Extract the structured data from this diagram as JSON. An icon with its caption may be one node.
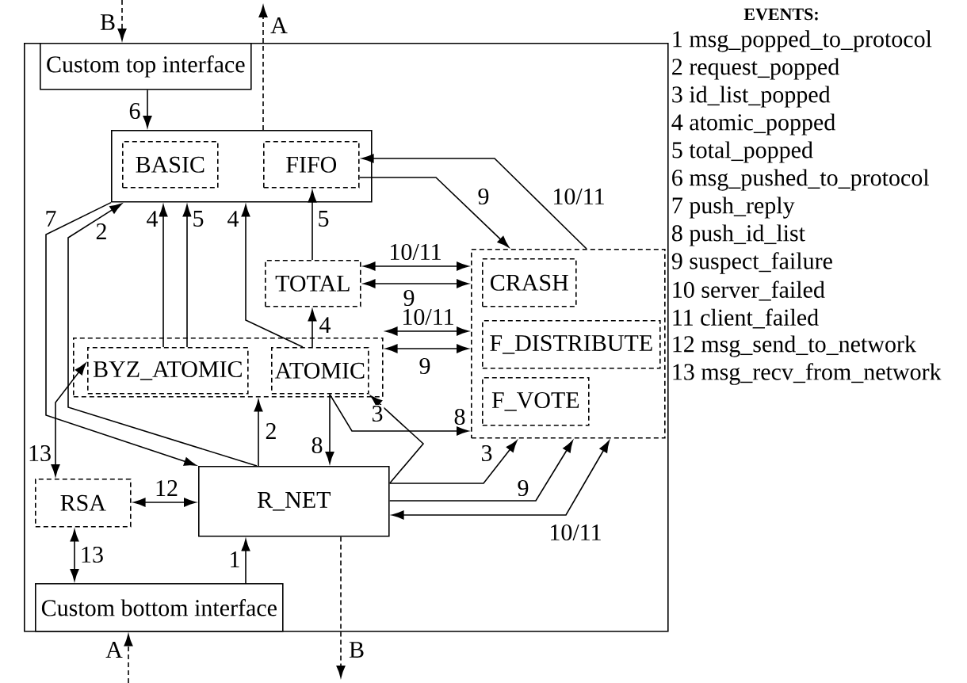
{
  "diagram": {
    "nodes": [
      {
        "text": [],
        "shape": "box"
      },
      {
        "text": [
          "Custom top interface"
        ],
        "in": 0
      },
      {
        "text": [],
        "shape": "box",
        "in": 0
      },
      {
        "text": [
          "BASIC"
        ],
        "in": 2
      },
      {
        "text": [
          "FIFO"
        ],
        "in": 2
      },
      {
        "text": [
          "TOTAL"
        ],
        "in": 0
      },
      {
        "text": [],
        "shape": "box",
        "in": 0
      },
      {
        "text": [
          "CRASH"
        ],
        "in": 6
      },
      {
        "text": [
          "F_DISTRIBUTE"
        ],
        "in": 6
      },
      {
        "text": [
          "F_VOTE"
        ],
        "in": 6
      },
      {
        "text": [],
        "shape": "box",
        "in": 0
      },
      {
        "text": [
          "BYZ_ATOMIC"
        ],
        "in": 10
      },
      {
        "text": [
          "ATOMIC"
        ],
        "in": 10
      },
      {
        "text": [
          "RSA"
        ],
        "in": 0
      },
      {
        "text": [
          "R_NET"
        ],
        "in": 0
      },
      {
        "text": [
          "Custom bottom interface"
        ],
        "in": 0
      }
    ],
    "edges": [
      {
        "from": null,
        "to": 1,
        "arrow": "to",
        "style": "dashed",
        "label": "B"
      },
      {
        "from": 2,
        "to": null,
        "arrow": "to",
        "style": "dashed",
        "label": "A"
      },
      {
        "from": 1,
        "to": 2,
        "arrow": "to",
        "label": "6"
      },
      {
        "from": 2,
        "to": 14,
        "arrow": "to",
        "label": "7"
      },
      {
        "from": 14,
        "to": 2,
        "arrow": "to",
        "label": "2"
      },
      {
        "from": 11,
        "to": 2,
        "arrow": "to",
        "label": "4"
      },
      {
        "from": 11,
        "to": 2,
        "arrow": "to",
        "label": "5"
      },
      {
        "from": 12,
        "to": 2,
        "arrow": "to",
        "label": "4"
      },
      {
        "from": 12,
        "to": 5,
        "arrow": "to",
        "label": "4"
      },
      {
        "from": 5,
        "to": 4,
        "arrow": "to",
        "label": "5"
      },
      {
        "from": 6,
        "to": 5,
        "arrow": "both",
        "label": "10/11"
      },
      {
        "from": 5,
        "to": 6,
        "arrow": "both",
        "label": "9"
      },
      {
        "from": 6,
        "to": 10,
        "arrow": "both",
        "label": "10/11"
      },
      {
        "from": 10,
        "to": 6,
        "arrow": "both",
        "label": "9"
      },
      {
        "from": 4,
        "to": 6,
        "arrow": "to",
        "label": "9"
      },
      {
        "from": 6,
        "to": 4,
        "arrow": "to",
        "label": "10/11"
      },
      {
        "from": 14,
        "to": 12,
        "arrow": "to",
        "label": "3"
      },
      {
        "from": 12,
        "to": 14,
        "arrow": "to",
        "label": "8"
      },
      {
        "from": 12,
        "to": 6,
        "arrow": "to",
        "label": "8"
      },
      {
        "from": 14,
        "to": 10,
        "arrow": "to",
        "label": "2"
      },
      {
        "from": 14,
        "to": 6,
        "arrow": "to",
        "label": "3"
      },
      {
        "from": 14,
        "to": 6,
        "arrow": "to",
        "label": "9"
      },
      {
        "from": 6,
        "to": 14,
        "arrow": "both",
        "label": "10/11"
      },
      {
        "from": 14,
        "to": 13,
        "arrow": "both",
        "label": "12"
      },
      {
        "from": 11,
        "to": 13,
        "arrow": "both",
        "label": "13"
      },
      {
        "from": 15,
        "to": 13,
        "arrow": "both",
        "label": "13"
      },
      {
        "from": 15,
        "to": 14,
        "arrow": "to",
        "label": "1"
      },
      {
        "from": null,
        "to": 15,
        "arrow": "to",
        "style": "dashed",
        "label": "A"
      },
      {
        "from": 14,
        "to": null,
        "arrow": "to",
        "style": "dashed",
        "label": "B"
      }
    ],
    "labels": [
      "EVENTS:",
      "1 msg_popped_to_protocol",
      "2 request_popped",
      "3 id_list_popped",
      "4 atomic_popped",
      "5 total_popped",
      "6 msg_pushed_to_protocol",
      "7 push_reply",
      "8 push_id_list",
      "9 suspect_failure",
      "10 server_failed",
      "11 client_failed",
      "12 msg_send_to_network",
      "13 msg_recv_from_network"
    ]
  }
}
